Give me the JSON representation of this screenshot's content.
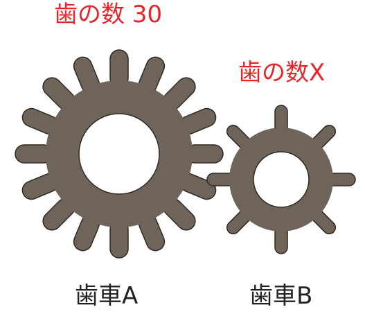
{
  "gear_a": {
    "teeth_label": "歯の数 30",
    "name": "歯車A"
  },
  "gear_b": {
    "teeth_label": "歯の数X",
    "name": "歯車B"
  },
  "colors": {
    "gear_fill": "#6f6459",
    "gear_stroke": "#2d2823",
    "label_red": "#e8232a",
    "text_dark": "#222222"
  }
}
